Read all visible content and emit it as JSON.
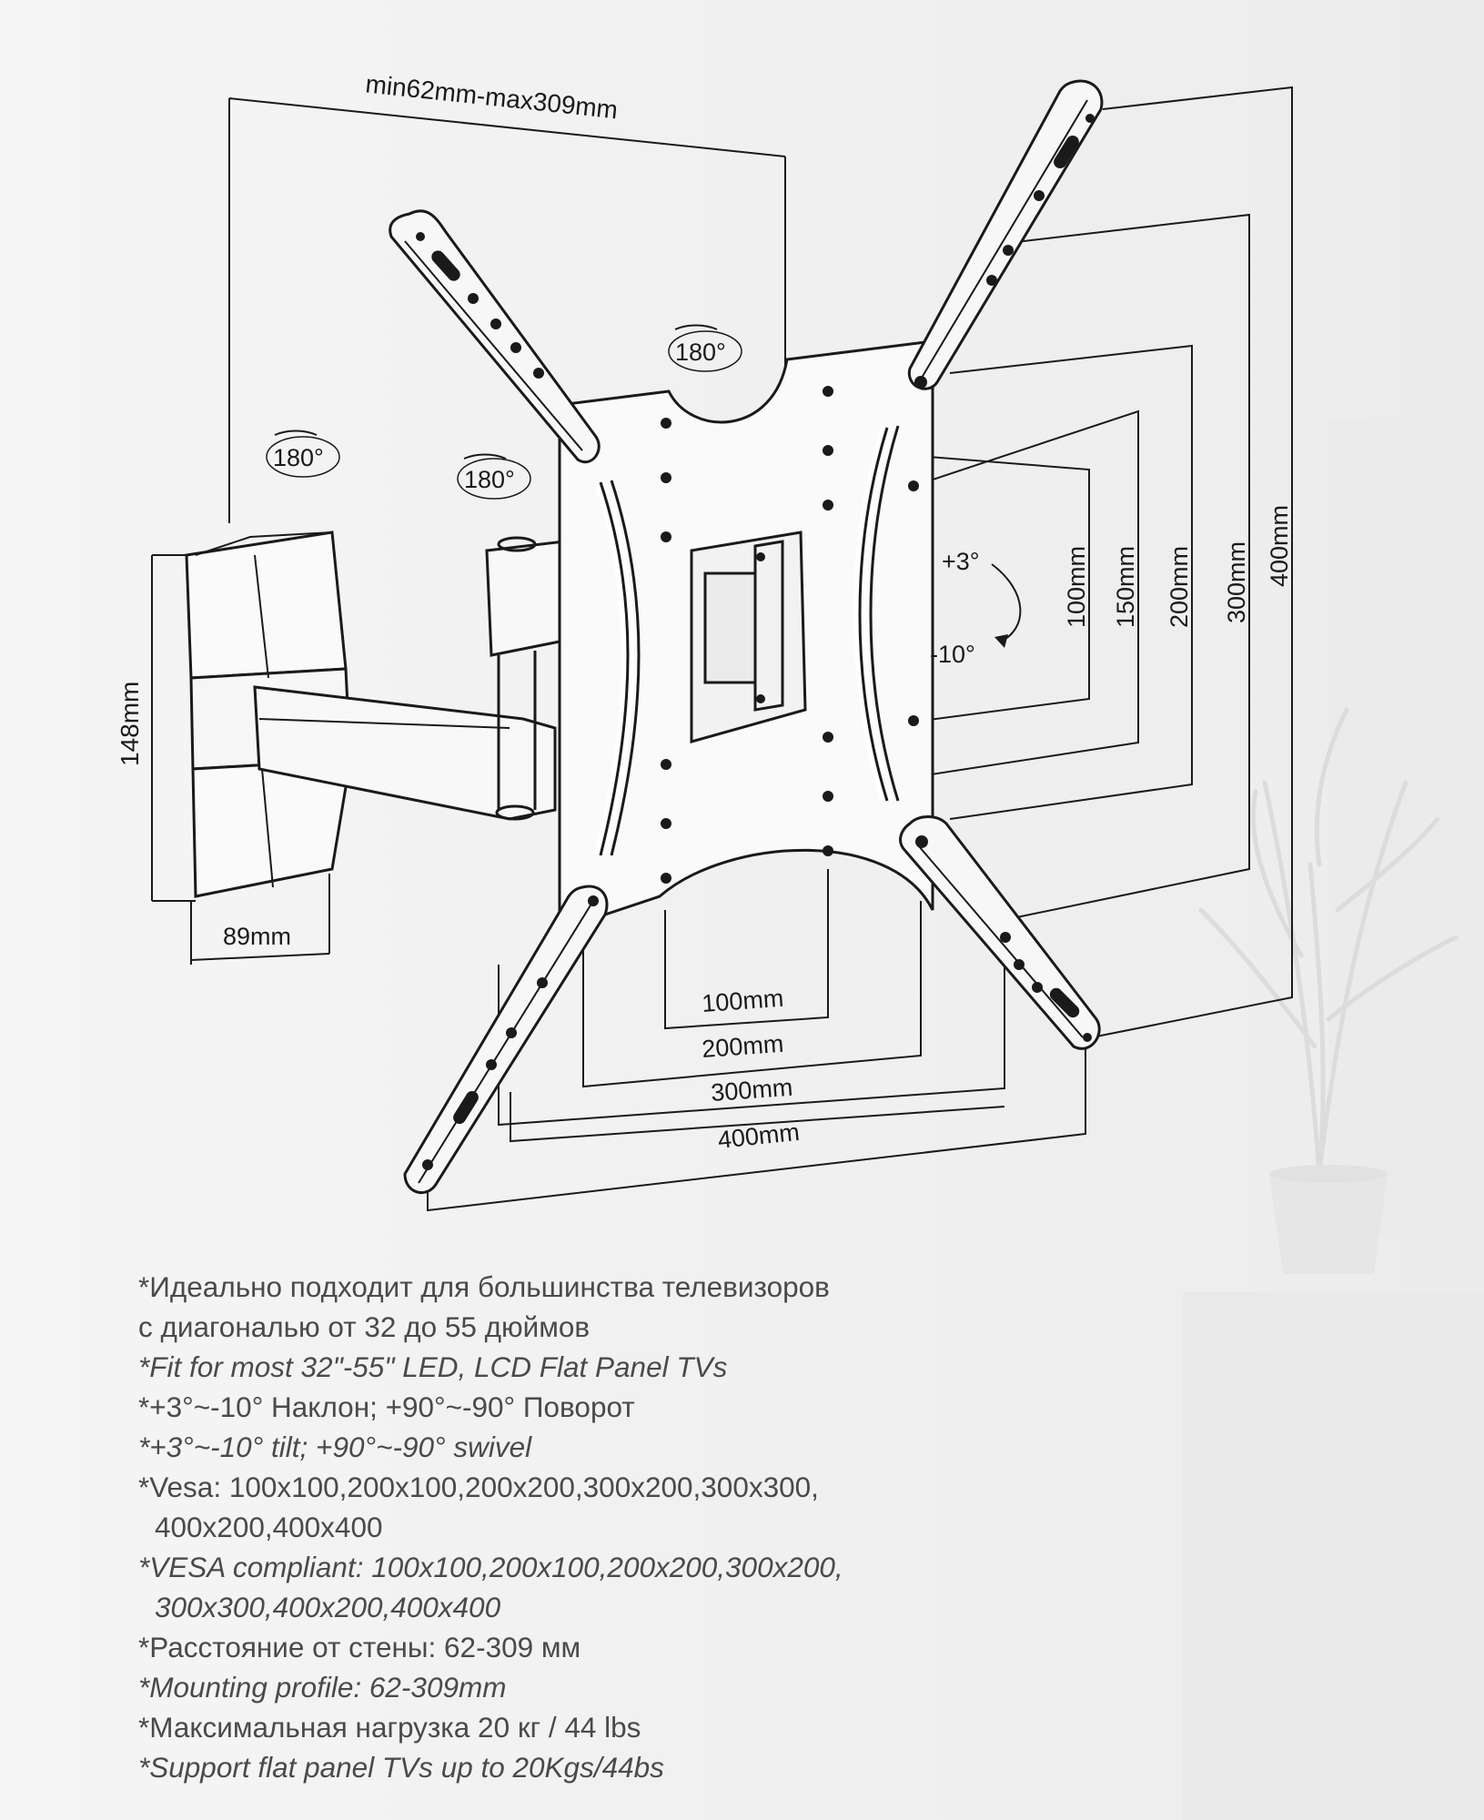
{
  "top_dimension": "min62mm-max309mm",
  "rotation_labels": {
    "arm_outer": "180°",
    "arm_inner": "180°",
    "plate": "180°"
  },
  "tilt_labels": {
    "up": "+3°",
    "down": "-10°"
  },
  "left_dimensions": {
    "height": "148mm",
    "depth": "89mm"
  },
  "vertical_dimensions": [
    "100mm",
    "150mm",
    "200mm",
    "300mm",
    "400mm"
  ],
  "horizontal_dimensions": [
    "100mm",
    "200mm",
    "300mm",
    "400mm"
  ],
  "specs": [
    {
      "text": "*Идеально подходит для большинства телевизоров",
      "lang": "ru"
    },
    {
      "text": " с диагональю от 32 до 55 дюймов",
      "lang": "ru"
    },
    {
      "text": "*Fit for most 32\"-55\" LED, LCD Flat Panel TVs",
      "lang": "en"
    },
    {
      "text": "*+3°~-10° Наклон; +90°~-90° Поворот",
      "lang": "ru"
    },
    {
      "text": "*+3°~-10° tilt; +90°~-90° swivel",
      "lang": "en"
    },
    {
      "text": "*Vesa: 100x100,200x100,200x200,300x200,300x300,",
      "lang": "ru"
    },
    {
      "text": "400x200,400x400",
      "lang": "ru",
      "indent": true
    },
    {
      "text": "*VESA compliant: 100x100,200x100,200x200,300x200,",
      "lang": "en"
    },
    {
      "text": "300x300,400x200,400x400",
      "lang": "en",
      "indent": true
    },
    {
      "text": "*Расстояние от стены: 62-309 мм",
      "lang": "ru"
    },
    {
      "text": "*Mounting profile: 62-309mm",
      "lang": "en"
    },
    {
      "text": "*Максимальная нагрузка 20 кг / 44 lbs",
      "lang": "ru"
    },
    {
      "text": "*Support flat panel TVs up to 20Kgs/44bs",
      "lang": "en"
    }
  ],
  "colors": {
    "line": "#1a1a1a",
    "text": "#4a4a4a",
    "background": "#f3f3f3"
  }
}
